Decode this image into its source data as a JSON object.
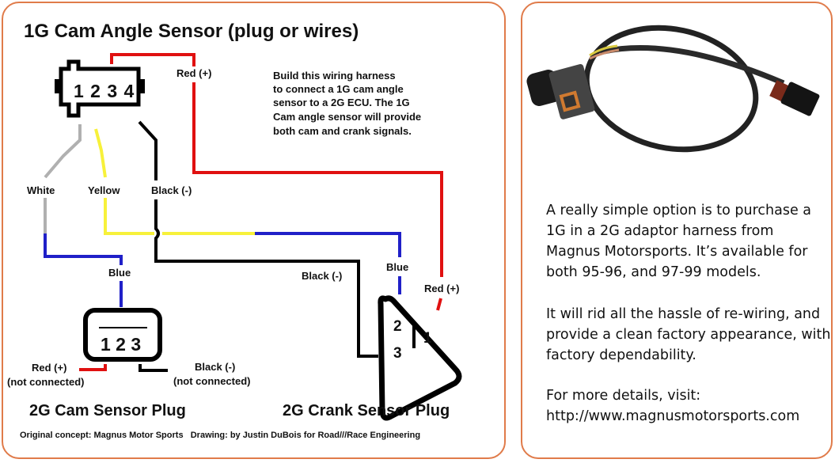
{
  "diagram": {
    "title": "1G Cam Angle Sensor (plug or wires)",
    "description_lines": [
      "Build this wiring harness",
      "to connect a 1G cam angle",
      "sensor to a 2G ECU.  The 1G",
      "Cam angle sensor will provide",
      "both cam and crank signals."
    ],
    "source_connector": {
      "pins": "1 2 3 4"
    },
    "wire_labels": {
      "red_top": "Red (+)",
      "white": "White",
      "yellow": "Yellow",
      "black_top": "Black (-)",
      "blue_left": "Blue",
      "black_crank": "Black (-)",
      "blue_crank": "Blue",
      "red_crank": "Red (+)"
    },
    "cam_plug": {
      "name": "2G Cam Sensor Plug",
      "pins": "1 2 3",
      "red_label": "Red (+)",
      "red_note": "(not connected)",
      "black_label": "Black (-)",
      "black_note": "(not connected)"
    },
    "crank_plug": {
      "name": "2G Crank Sensor Plug",
      "pin1": "1",
      "pin2": "2",
      "pin3": "3"
    },
    "credits": "Original concept: Magnus Motor Sports   Drawing: by Justin DuBois for Road///Race Engineering",
    "colors": {
      "red": "#e01010",
      "black": "#000000",
      "yellow": "#f7f13a",
      "white_wire": "#b0b0b0",
      "blue": "#2020c8",
      "panel_border": "#e07b4a"
    }
  },
  "product": {
    "image_alt": "1G in a 2G adaptor harness photo",
    "para1": "A really simple option is to purchase a 1G in a 2G adaptor harness from Magnus Motorsports. It’s available for both 95-96, and 97-99 models.",
    "para2": "It will rid all the hassle of re-wiring, and provide a clean factory appearance, with factory dependability.",
    "para3_line1": "For more details, visit:",
    "para3_url": "http://www.magnusmotorsports.com"
  }
}
